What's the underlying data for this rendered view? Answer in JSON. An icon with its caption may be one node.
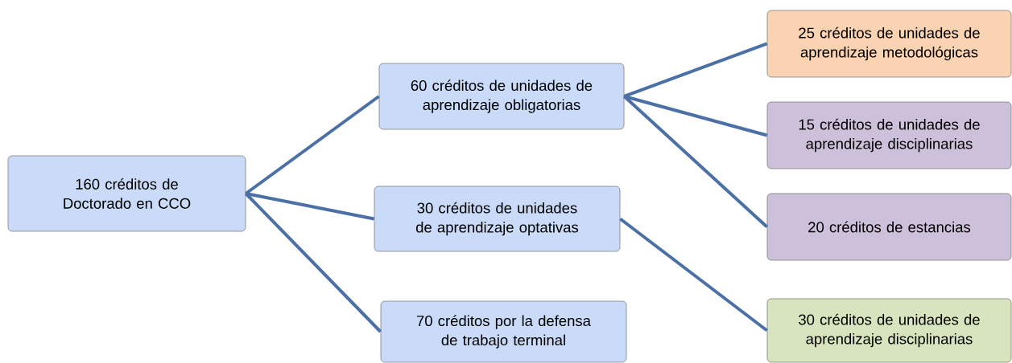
{
  "diagram": {
    "nodes": [
      {
        "text": [
          "160 créditos de Doctorado en CCO"
        ]
      },
      {
        "text": [
          "60 créditos de unidades de aprendizaje obligatorias"
        ]
      },
      {
        "text": [
          "30 créditos de unidades de aprendizaje optativas"
        ]
      },
      {
        "text": [
          "70 créditos por la defensa de trabajo terminal"
        ]
      },
      {
        "text": [
          "25 créditos de unidades de aprendizaje metodológicas"
        ]
      },
      {
        "text": [
          "15 créditos de unidades de aprendizaje disciplinarias"
        ]
      },
      {
        "text": [
          "20 créditos de estancias"
        ]
      },
      {
        "text": [
          "30 créditos de unidades de aprendizaje disciplinarias"
        ]
      }
    ],
    "edges": [
      {
        "from": 0,
        "to": 1,
        "arrow": "none"
      },
      {
        "from": 0,
        "to": 2,
        "arrow": "none"
      },
      {
        "from": 0,
        "to": 3,
        "arrow": "none"
      },
      {
        "from": 1,
        "to": 4,
        "arrow": "none"
      },
      {
        "from": 1,
        "to": 5,
        "arrow": "none"
      },
      {
        "from": 1,
        "to": 6,
        "arrow": "none"
      },
      {
        "from": 2,
        "to": 7,
        "arrow": "none"
      }
    ]
  }
}
